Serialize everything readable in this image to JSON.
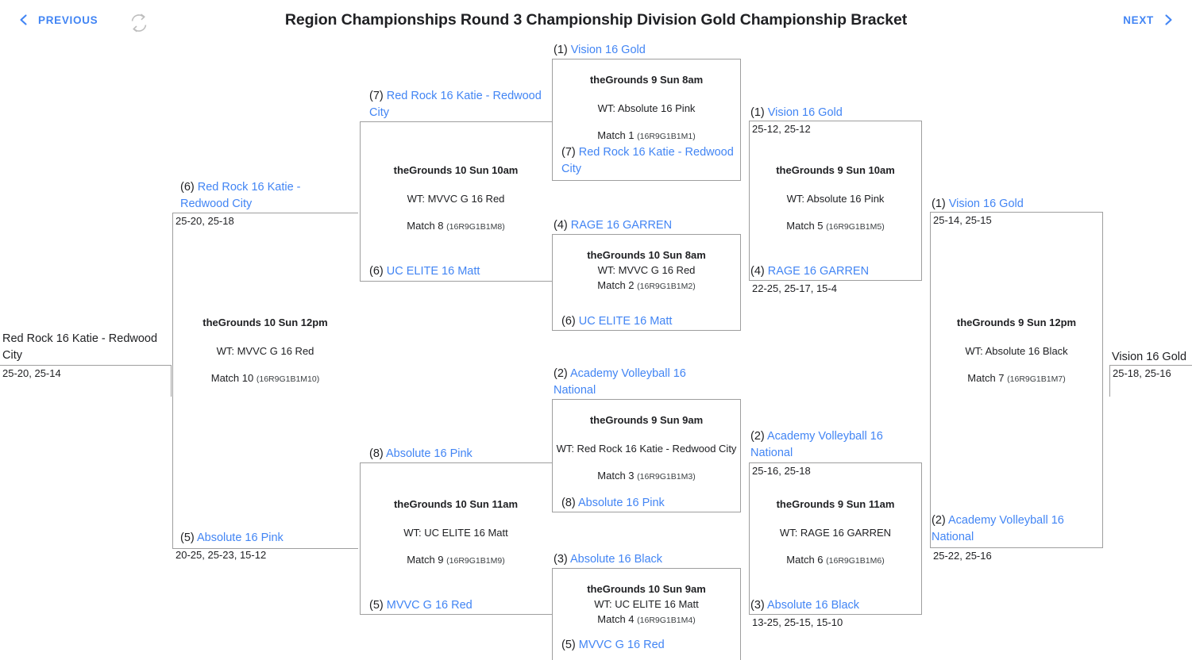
{
  "header": {
    "previous_label": "PREVIOUS",
    "next_label": "NEXT",
    "title": "Region Championships Round 3 Championship Division Gold Championship Bracket",
    "refresh_icon": "refresh-sync-icon",
    "prev_icon": "chevron-left-icon",
    "next_icon": "chevron-right-icon",
    "accent_color": "#4285f4",
    "text_color": "#202124",
    "border_color": "#9e9e9e"
  },
  "matches": {
    "m1": {
      "court": "theGrounds 9 Sun 8am",
      "wt": "WT: Absolute 16 Pink",
      "label": "Match 1",
      "code": "(16R9G1B1M1)"
    },
    "m2": {
      "court": "theGrounds 10 Sun 8am",
      "wt": "WT: MVVC G 16 Red",
      "label": "Match 2",
      "code": "(16R9G1B1M2)"
    },
    "m3": {
      "court": "theGrounds 9 Sun 9am",
      "wt": "WT: Red Rock 16 Katie - Redwood City",
      "label": "Match 3",
      "code": "(16R9G1B1M3)"
    },
    "m4": {
      "court": "theGrounds 10 Sun 9am",
      "wt": "WT: UC ELITE 16 Matt",
      "label": "Match 4",
      "code": "(16R9G1B1M4)"
    },
    "m5": {
      "court": "theGrounds 9 Sun 10am",
      "wt": "WT: Absolute 16 Pink",
      "label": "Match 5",
      "code": "(16R9G1B1M5)"
    },
    "m6": {
      "court": "theGrounds 9 Sun 11am",
      "wt": "WT: RAGE 16 GARREN",
      "label": "Match 6",
      "code": "(16R9G1B1M6)"
    },
    "m7": {
      "court": "theGrounds 9 Sun 12pm",
      "wt": "WT: Absolute 16 Black",
      "label": "Match 7",
      "code": "(16R9G1B1M7)"
    },
    "m8": {
      "court": "theGrounds 10 Sun 10am",
      "wt": "WT: MVVC G 16 Red",
      "label": "Match 8",
      "code": "(16R9G1B1M8)"
    },
    "m9": {
      "court": "theGrounds 10 Sun 11am",
      "wt": "WT: UC ELITE 16 Matt",
      "label": "Match 9",
      "code": "(16R9G1B1M9)"
    },
    "m10": {
      "court": "theGrounds 10 Sun 12pm",
      "wt": "WT: MVVC G 16 Red",
      "label": "Match 10",
      "code": "(16R9G1B1M10)"
    }
  },
  "teams": {
    "m1_top": {
      "seed": "(1)",
      "name": "Vision 16 Gold"
    },
    "m1_bottom": {
      "seed": "(7)",
      "name": "Red Rock 16 Katie - Redwood City"
    },
    "m2_top": {
      "seed": "(4)",
      "name": "RAGE 16 GARREN"
    },
    "m2_bottom": {
      "seed": "(6)",
      "name": "UC ELITE 16 Matt"
    },
    "m3_top": {
      "seed": "(2)",
      "name": "Academy Volleyball 16 National"
    },
    "m3_bottom": {
      "seed": "(8)",
      "name": "Absolute 16 Pink"
    },
    "m4_top": {
      "seed": "(3)",
      "name": "Absolute 16 Black"
    },
    "m4_bottom": {
      "seed": "(5)",
      "name": "MVVC G 16 Red"
    },
    "m5_top": {
      "seed": "(1)",
      "name": "Vision 16 Gold",
      "score": "25-12, 25-12"
    },
    "m5_bottom": {
      "seed": "(4)",
      "name": "RAGE 16 GARREN",
      "score": "22-25, 25-17, 15-4"
    },
    "m6_top": {
      "seed": "(2)",
      "name": "Academy Volleyball 16 National",
      "score": "25-16, 25-18"
    },
    "m6_bottom": {
      "seed": "(3)",
      "name": "Absolute 16 Black",
      "score": "13-25, 25-15, 15-10"
    },
    "m7_top": {
      "seed": "(1)",
      "name": "Vision 16 Gold",
      "score": "25-14, 25-15"
    },
    "m7_bottom": {
      "seed": "(2)",
      "name": "Academy Volleyball 16 National",
      "score": "25-22, 25-16"
    },
    "m8_top": {
      "seed": "(7)",
      "name": "Red Rock 16 Katie - Redwood City"
    },
    "m8_bottom": {
      "seed": "(6)",
      "name": "UC ELITE 16 Matt"
    },
    "m9_top": {
      "seed": "(8)",
      "name": "Absolute 16 Pink"
    },
    "m9_bottom": {
      "seed": "(5)",
      "name": "MVVC G 16 Red"
    },
    "m10_top": {
      "seed": "(6)",
      "name": "Red Rock 16 Katie - Redwood City",
      "score": "25-20, 25-18"
    },
    "m10_bottom": {
      "seed": "(5)",
      "name": "Absolute 16 Pink",
      "score": "20-25, 25-23, 15-12"
    },
    "champion_right": {
      "name": "Vision 16 Gold",
      "score": "25-18, 25-16"
    },
    "champion_left": {
      "name": "Red Rock 16 Katie - Redwood City",
      "score": "25-20, 25-14"
    }
  }
}
